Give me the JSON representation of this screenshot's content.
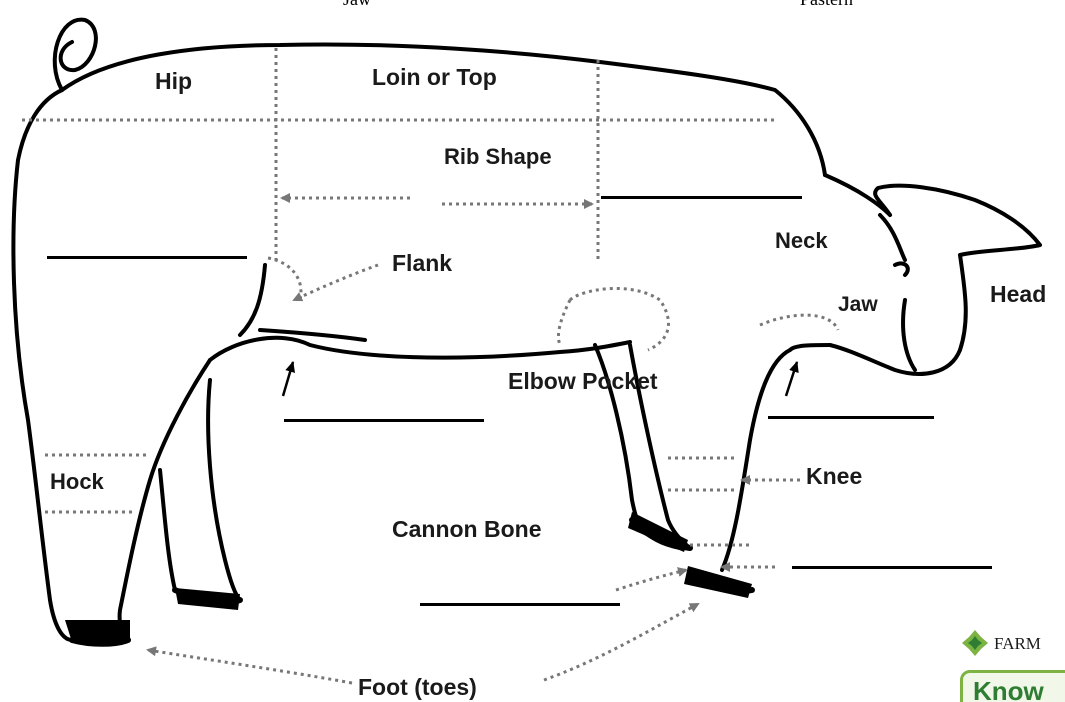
{
  "header_labels": {
    "left": "Jaw",
    "right": "Pastern"
  },
  "labels": {
    "hip": "Hip",
    "loin": "Loin or Top",
    "rib": "Rib Shape",
    "flank": "Flank",
    "neck": "Neck",
    "jaw": "Jaw",
    "head": "Head",
    "elbow": "Elbow Pocket",
    "hock": "Hock",
    "knee": "Knee",
    "cannon": "Cannon Bone",
    "foot": "Foot (toes)"
  },
  "logo": {
    "brand": "FARM",
    "word": "Know",
    "brand_color": "#2e7d32",
    "accent_color": "#7cb342"
  },
  "colors": {
    "outline": "#000000",
    "guide": "#777777",
    "text": "#1a1a1a"
  }
}
